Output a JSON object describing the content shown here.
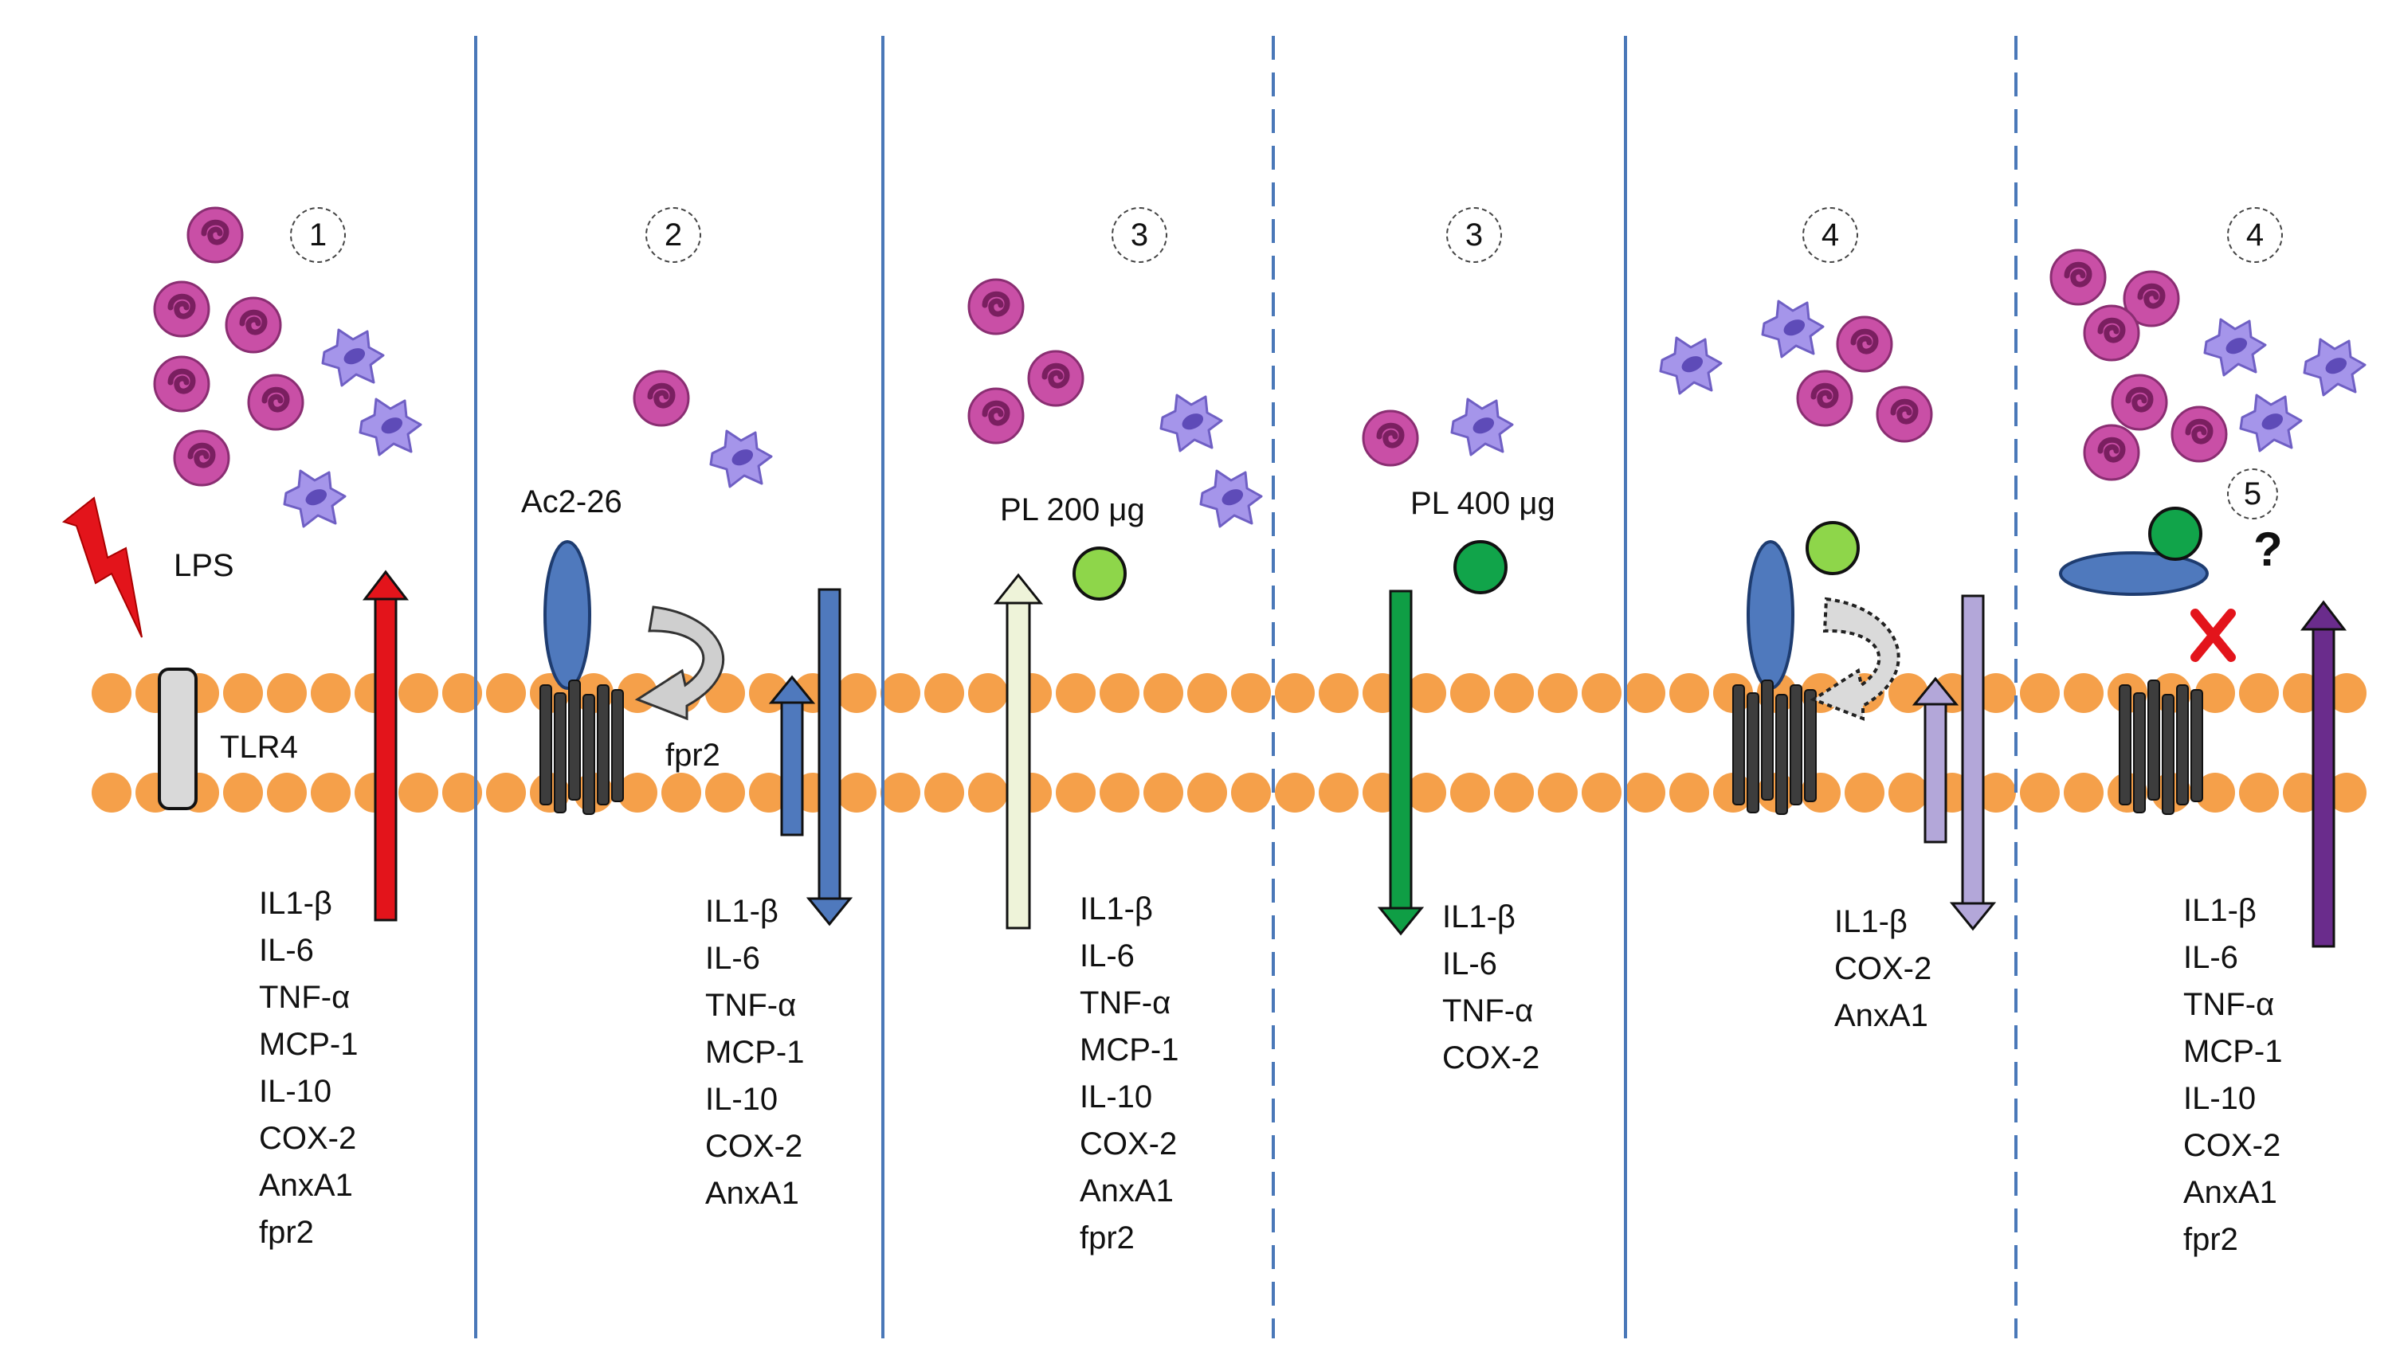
{
  "panels": [
    {
      "number": "1",
      "markers": [
        "IL1-β",
        "IL-6",
        "TNF-α",
        "MCP-1",
        "IL-10",
        "COX-2",
        "AnxA1",
        "fpr2"
      ]
    },
    {
      "number": "2",
      "markers": [
        "IL1-β",
        "IL-6",
        "TNF-α",
        "MCP-1",
        "IL-10",
        "COX-2",
        "AnxA1"
      ]
    },
    {
      "number": "3",
      "markers": [
        "IL1-β",
        "IL-6",
        "TNF-α",
        "MCP-1",
        "IL-10",
        "COX-2",
        "AnxA1",
        "fpr2"
      ]
    },
    {
      "number": "3",
      "markers": [
        "IL1-β",
        "IL-6",
        "TNF-α",
        "COX-2"
      ]
    },
    {
      "number": "4",
      "markers": [
        "IL1-β",
        "COX-2",
        "AnxA1"
      ]
    },
    {
      "number": "4",
      "markers": [
        "IL1-β",
        "IL-6",
        "TNF-α",
        "MCP-1",
        "IL-10",
        "COX-2",
        "AnxA1",
        "fpr2"
      ]
    }
  ],
  "labels": {
    "lps": "LPS",
    "tlr4": "TLR4",
    "ac2_26": "Ac2-26",
    "fpr2": "fpr2",
    "pl200": "PL 200 μg",
    "pl400": "PL 400 μg",
    "step5": "5",
    "question": "?"
  },
  "colors": {
    "membrane": "#F5A04A",
    "divider": "#4A78B8",
    "neutrophil": "#C94FA6",
    "macrophage": "#9F8FE6",
    "arrow_lps": "#E3141B",
    "arrow_ac2": "#4F79BD",
    "arrow_pl200": "#EEF3D9",
    "arrow_pl400": "#0F9E45",
    "arrow_panel4": "#B3A7D9",
    "arrow_panel4b": "#6A2C8C",
    "pl200_dot": "#8ED64A",
    "pl400_dot": "#11A44A",
    "receptor": "#404040"
  },
  "icons": {
    "lightning": "lightning-bolt-icon",
    "neutrophil": "neutrophil-cell-icon",
    "macrophage": "macrophage-cell-icon",
    "block": "red-x-block-icon"
  }
}
